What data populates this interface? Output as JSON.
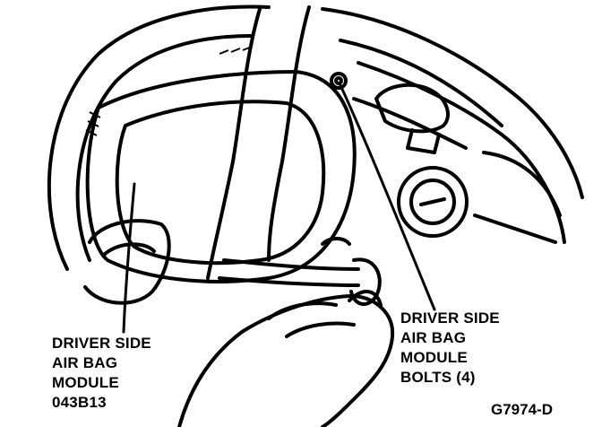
{
  "labels": {
    "module": {
      "line1": "DRIVER SIDE",
      "line2": "AIR BAG",
      "line3": "MODULE",
      "line4": "043B13"
    },
    "bolts": {
      "line1": "DRIVER SIDE",
      "line2": "AIR BAG",
      "line3": "MODULE",
      "line4": "BOLTS (4)"
    }
  },
  "figure_id": "G7974-D"
}
